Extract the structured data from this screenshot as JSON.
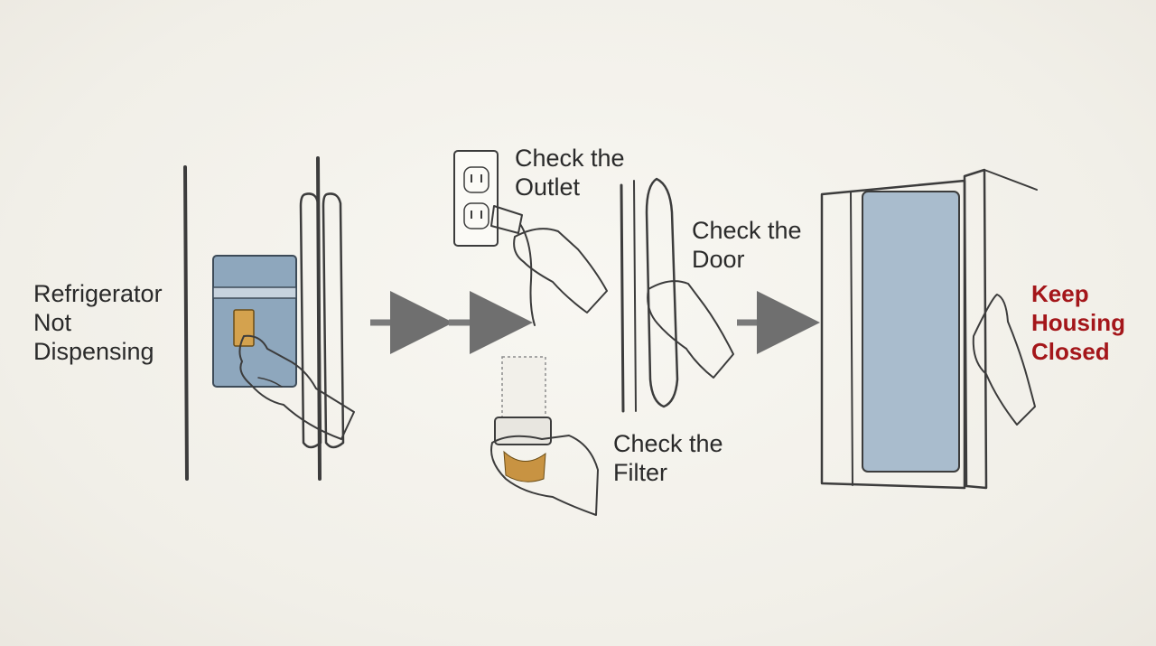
{
  "steps": {
    "start": {
      "lines": [
        "Refrigerator",
        "Not",
        "Dispensing"
      ]
    },
    "outlet": {
      "lines": [
        "Check the",
        "Outlet"
      ]
    },
    "door": {
      "lines": [
        "Check the",
        "Door"
      ]
    },
    "filter": {
      "lines": [
        "Check the",
        "Filter"
      ]
    },
    "final": {
      "lines": [
        "Keep",
        "Housing",
        "Closed"
      ]
    }
  },
  "colors": {
    "alert_text": "#a4161a",
    "panel_blue": "#a9bccd",
    "dispenser_blue": "#8ea7bd",
    "paddle_amber": "#d4a24e",
    "filter_stain": "#c89342"
  },
  "icons": [
    "refrigerator-dispenser-icon",
    "wall-outlet-icon",
    "power-plug-icon",
    "door-handle-icon",
    "water-filter-icon",
    "open-refrigerator-icon",
    "hand-icon",
    "arrow-right-icon"
  ]
}
